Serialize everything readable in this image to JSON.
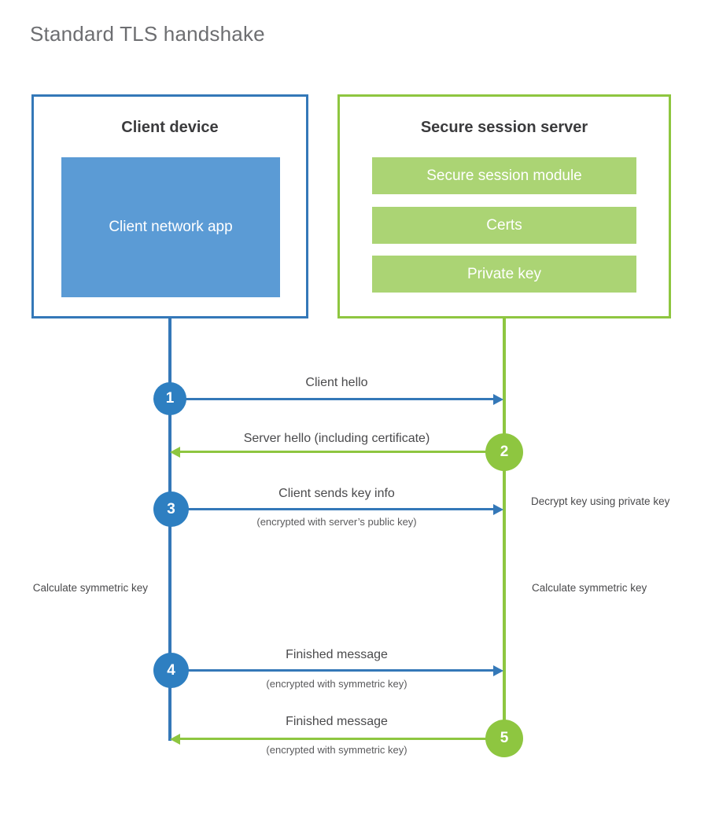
{
  "title": "Standard TLS handshake",
  "colors": {
    "client_accent": "#3478b8",
    "client_fill": "#5b9bd5",
    "client_circle": "#2e7fc1",
    "server_accent": "#8ec640",
    "server_fill": "#abd474",
    "text": "#4a4a4c",
    "title_text": "#6d6e71"
  },
  "client": {
    "title": "Client device",
    "component": "Client network app"
  },
  "server": {
    "title": "Secure session server",
    "components": [
      "Secure session module",
      "Certs",
      "Private key"
    ]
  },
  "steps": [
    {
      "number": "1",
      "label": "Client hello",
      "sublabel": "",
      "direction": "client-to-server",
      "side": "client"
    },
    {
      "number": "2",
      "label": "Server hello (including certificate)",
      "sublabel": "",
      "direction": "server-to-client",
      "side": "server"
    },
    {
      "number": "3",
      "label": "Client sends key info",
      "sublabel": "(encrypted with server’s public key)",
      "direction": "client-to-server",
      "side": "client"
    },
    {
      "number": "4",
      "label": "Finished message",
      "sublabel": "(encrypted with symmetric key)",
      "direction": "client-to-server",
      "side": "client"
    },
    {
      "number": "5",
      "label": "Finished message",
      "sublabel": "(encrypted with symmetric key)",
      "direction": "server-to-client",
      "side": "server"
    }
  ],
  "annotations": {
    "decrypt_key": "Decrypt key using private key",
    "client_symmetric": "Calculate symmetric key",
    "server_symmetric": "Calculate symmetric key"
  }
}
